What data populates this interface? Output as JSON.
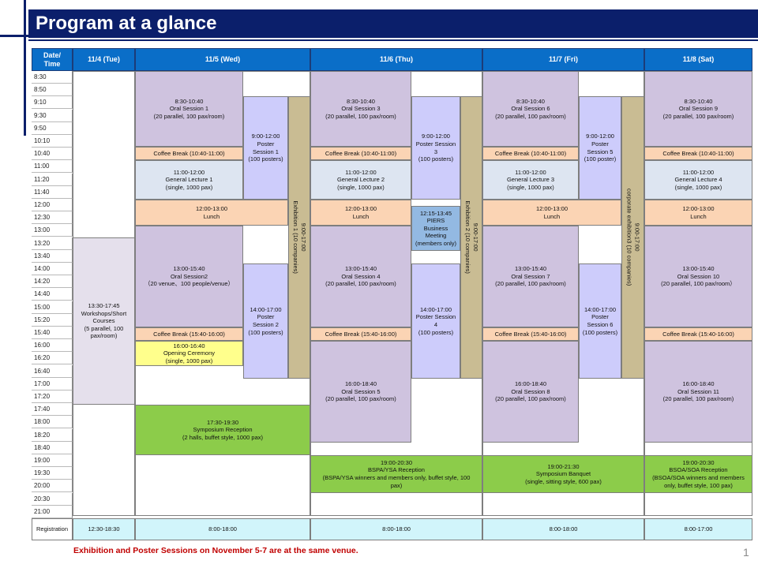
{
  "title": "Program at a glance",
  "headers": {
    "datetime": "Date/\nTime",
    "days": [
      "11/4 (Tue)",
      "11/5 (Wed)",
      "11/6 (Thu)",
      "11/7 (Fri)",
      "11/8 (Sat)"
    ]
  },
  "times": [
    "8:30",
    "8:50",
    "9:10",
    "9:30",
    "9:50",
    "10:10",
    "10:40",
    "11:00",
    "11:20",
    "11:40",
    "12:00",
    "12:30",
    "13:00",
    "13:20",
    "13:40",
    "14:00",
    "14:20",
    "14:40",
    "15:00",
    "15:20",
    "15:40",
    "16:00",
    "16:20",
    "16:40",
    "17:00",
    "17:20",
    "17:40",
    "18:00",
    "18:20",
    "18:40",
    "19:00",
    "19:30",
    "20:00",
    "20:30",
    "21:00"
  ],
  "registration": {
    "label": "Registration",
    "tue": "12:30-18:30",
    "wed": "8:00-18:00",
    "thu": "8:00-18:00",
    "fri": "8:00-18:00",
    "sat": "8:00-17:00"
  },
  "tue": {
    "workshops": "13:30-17:45\nWorkshops/Short\nCourses\n(5 parallel, 100\npax/room)"
  },
  "wed": {
    "oral1": "8:30-10:40\nOral Session 1\n(20 parallel, 100 pax/room)",
    "coffee1": "Coffee Break (10:40-11:00)",
    "lecture1": "11:00-12:00\nGeneral Lecture 1\n(single, 1000 pax)",
    "lunch": "12:00-13:00\nLunch",
    "oral2": "13:00-15:40\nOral Session2\n（20 venue、100 people/venue）",
    "coffee2": "Coffee Break (15:40-16:00)",
    "opening": "16:00-16:40\nOpening Ceremony\n(single, 1000 pax)",
    "reception": "17:30-19:30\nSymposium Reception\n(2 halls, buffet style, 1000 pax)",
    "poster1": "9:00-12:00\nPoster\nSession 1\n(100 posters)",
    "poster2": "14:00-17:00\nPoster\nSession 2\n(100 posters)",
    "exhibition": "9:00-17:00\nExhibition 1 (10 companies)"
  },
  "thu": {
    "oral3": "8:30-10:40\nOral Session 3\n(20 parallel, 100 pax/room)",
    "coffee1": "Coffee Break (10:40-11:00)",
    "lecture2": "11:00-12:00\nGeneral Lecture 2\n(single, 1000 pax)",
    "lunch": "12:00-13:00\nLunch",
    "oral4": "13:00-15:40\nOral Session 4\n(20 parallel, 100 pax/room)",
    "coffee2": "Coffee Break (15:40-16:00)",
    "oral5": "16:00-18:40\nOral Session 5\n(20 parallel, 100 pax/room)",
    "bspa": "19:00-20:30\nBSPA/YSA Reception\n(BSPA/YSA winners and members only, buffet style, 100\npax)",
    "poster3": "9:00-12:00\nPoster Session\n3\n(100 posters)",
    "piers": "12:15-13:45\nPIERS\nBusiness\nMeeting\n(members only)",
    "poster4": "14:00-17:00\nPoster Session\n4\n(100 posters)",
    "exhibition": "9:00-17:00\nExhibition 2 (10 companies)"
  },
  "fri": {
    "oral6": "8:30-10:40\nOral Session 6\n(20 parallel, 100 pax/room)",
    "coffee1": "Coffee Break (10:40-11:00)",
    "lecture3": "11:00-12:00\nGeneral Lecture 3\n(single, 1000 pax)",
    "lunch": "12:00-13:00\nLunch",
    "oral7": "13:00-15:40\nOral Session 7\n(20 parallel, 100 pax/room)",
    "coffee2": "Coffee Break (15:40-16:00)",
    "oral8": "16:00-18:40\nOral Session 8\n(20 parallel, 100 pax/room)",
    "banquet": "19:00-21:30\nSymposium Banquet\n(single, sitting style, 600 pax)",
    "poster5": "9:00-12:00\nPoster\nSession 5\n(100 poster)",
    "poster6": "14:00-17:00\nPoster\nSession 6\n(100 posters)",
    "exhibition": "9:00-17:00\ncorporate exhibition3 (10 companies)"
  },
  "sat": {
    "oral9": "8:30-10:40\nOral Session 9\n(20 parallel, 100 pax/room)",
    "coffee1": "Coffee Break (10:40-11:00)",
    "lecture4": "11:00-12:00\nGeneral Lecture 4\n(single, 1000 pax)",
    "lunch": "12:00-13:00\nLunch",
    "oral10": "13:00-15:40\nOral Session 10\n(20 parallel, 100 pax/room）",
    "coffee2": "Coffee Break (15:40-16:00)",
    "oral11": "16:00-18:40\nOral Session 11\n(20 parallel, 100 pax/room)",
    "bsoa": "19:00-20:30\nBSOA/SOA Reception\n(BSOA/SOA winners and members\nonly, buffet style, 100 pax)"
  },
  "footnote": "Exhibition and Poster Sessions on November 5-7 are at the same venue.",
  "page_number": "1",
  "colors": {
    "title_bar": "#0b1f6b",
    "header": "#0a6ec8",
    "oral": "#cfc3df",
    "lecture": "#dde5f1",
    "lunch_coffee": "#fbd4b4",
    "poster": "#cdccfb",
    "exhibition": "#c9bc93",
    "workshop": "#e5e0ec",
    "opening": "#ffff8c",
    "reception": "#8ccc4a",
    "piers": "#93b9e2",
    "registration": "#d1f5fb",
    "footnote": "#c00000"
  }
}
